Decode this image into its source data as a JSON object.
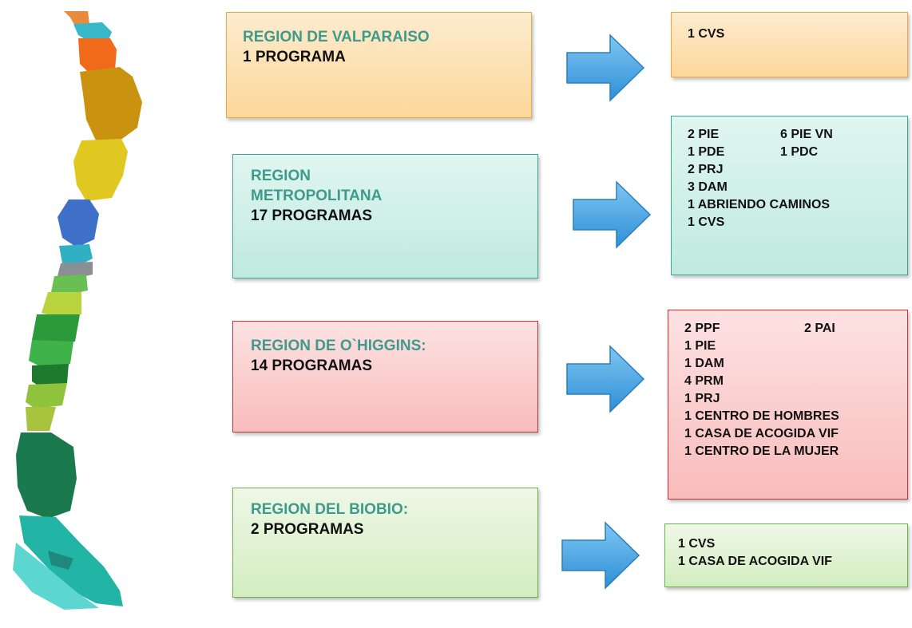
{
  "regions": [
    {
      "title": "REGION DE VALPARAISO",
      "count": "1 PROGRAMA",
      "programs": [
        [
          "1 CVS",
          ""
        ]
      ]
    },
    {
      "title": "REGION\nMETROPOLITANA",
      "count": "17 PROGRAMAS",
      "programs": [
        [
          "2 PIE",
          "6 PIE VN"
        ],
        [
          "1 PDE",
          "1 PDC"
        ],
        [
          "2 PRJ",
          ""
        ],
        [
          "3 DAM",
          ""
        ],
        [
          "1 ABRIENDO CAMINOS",
          ""
        ],
        [
          "1 CVS",
          ""
        ]
      ]
    },
    {
      "title": "REGION DE O`HIGGINS:",
      "count": "14 PROGRAMAS",
      "programs": [
        [
          "2 PPF",
          "2 PAI"
        ],
        [
          "1 PIE",
          ""
        ],
        [
          "1 DAM",
          ""
        ],
        [
          "4 PRM",
          ""
        ],
        [
          "1 PRJ",
          ""
        ],
        [
          "1 CENTRO DE HOMBRES",
          ""
        ],
        [
          "1 CASA DE ACOGIDA VIF",
          ""
        ],
        [
          "1 CENTRO DE LA MUJER",
          ""
        ]
      ]
    },
    {
      "title": "REGION DEL BIOBIO:",
      "count": "2 PROGRAMAS",
      "programs": [
        [
          "1 CVS",
          ""
        ],
        [
          "1 CASA DE ACOGIDA VIF",
          ""
        ]
      ]
    }
  ],
  "colors": {
    "orange_box": "#fde3b8",
    "orange_border": "#f0a83c",
    "teal_box": "#d3f2ea",
    "teal_border": "#3ea895",
    "red_box": "#fbd3d3",
    "red_border": "#c8323a",
    "green_box": "#e4f4d8",
    "green_border": "#6db14c",
    "arrow": "#3e9ee3",
    "title_text": "#3f9a8c"
  },
  "icons": {
    "map": "chile-regions-map",
    "arrow": "right-arrow-icon"
  }
}
